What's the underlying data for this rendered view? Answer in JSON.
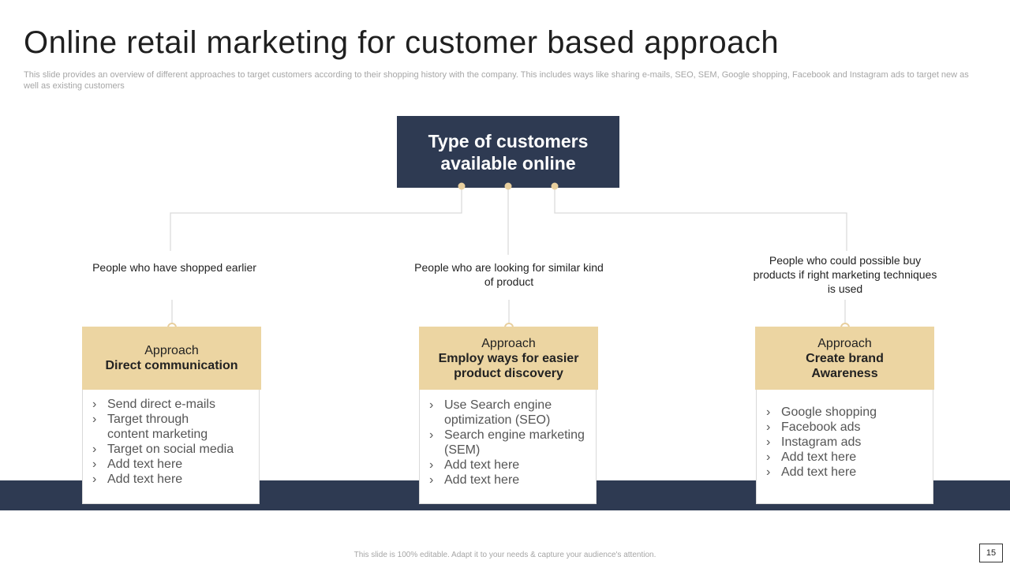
{
  "title": "Online retail marketing for customer based approach",
  "subtitle": "This slide provides an overview of  different approaches to target customers according to their shopping history with the company. This includes ways like sharing e-mails, SEO, SEM,  Google shopping, Facebook and Instagram ads to target new as well as existing customers",
  "root": "Type of customers\navailable online",
  "branches": [
    {
      "caption": "People who have shopped earlier",
      "approach_label": "Approach",
      "approach_name": "Direct communication",
      "bullet_glyph": "›",
      "items": [
        "Send direct e-mails",
        "Target through\n content marketing",
        "Target on social media",
        "Add text here",
        "Add text here"
      ]
    },
    {
      "caption": "People who are looking for similar kind of product",
      "approach_label": "Approach",
      "approach_name": "Employ ways for easier\nproduct discovery",
      "bullet_glyph": "›",
      "items": [
        "Use Search engine\noptimization (SEO)",
        "Search engine marketing\n(SEM)",
        "Add text here",
        "Add text here"
      ]
    },
    {
      "caption": "People who could possible buy products if right marketing techniques is used",
      "approach_label": "Approach",
      "approach_name": "Create brand\nAwareness",
      "bullet_glyph": "›",
      "items": [
        "Google shopping",
        "Facebook ads",
        "Instagram ads",
        "Add text here",
        "Add text here"
      ]
    }
  ],
  "footer": "This slide is 100% editable.  Adapt it to your needs & capture your audience's attention.",
  "page_number": "15",
  "colors": {
    "navy": "#2e3a52",
    "gold": "#ecd5a2",
    "dot": "#e8cf9e",
    "line": "#d9d9d9"
  }
}
